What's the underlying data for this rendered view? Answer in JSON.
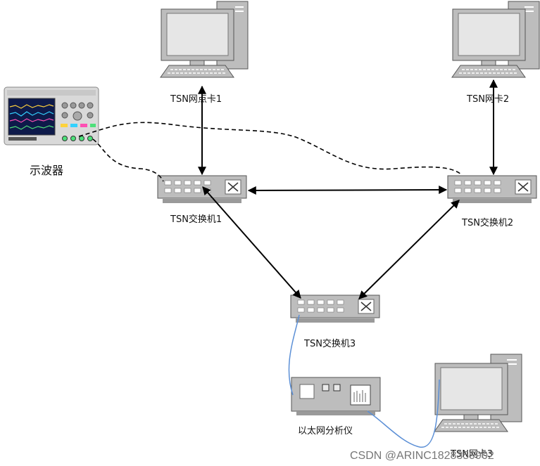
{
  "nodes": {
    "pc1": {
      "label": "TSN网点卡1"
    },
    "pc2": {
      "label": "TSN网卡2"
    },
    "pc3": {
      "label": "TSN网卡3"
    },
    "scope": {
      "label": "示波器"
    },
    "switch1": {
      "label": "TSN交换机1"
    },
    "switch2": {
      "label": "TSN交换机2"
    },
    "switch3": {
      "label": "TSN交换机3"
    },
    "analyzer": {
      "label": "以太网分析仪"
    }
  },
  "watermark": "CSDN @ARINC1828359902",
  "colors": {
    "line": "#000000",
    "cable": "#5b8fd6",
    "device_gray": "#bdbdbd",
    "screen_gray": "#e6e6e6",
    "scope_screen": "#0e1a4a"
  }
}
